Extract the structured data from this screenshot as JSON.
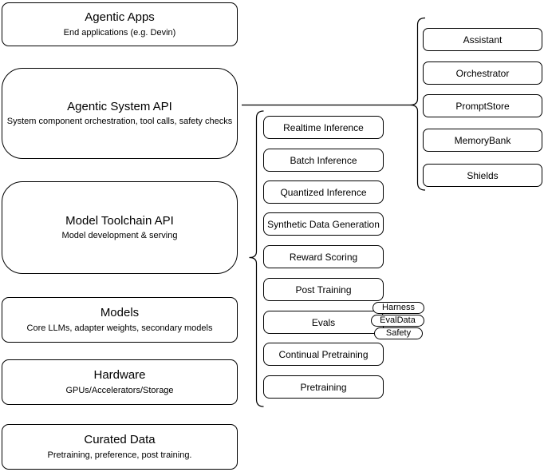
{
  "diagram": {
    "left_stack": [
      {
        "title": "Agentic Apps",
        "subtitle": "End applications (e.g. Devin)"
      },
      {
        "title": "Agentic System API",
        "subtitle": "System component orchestration, tool calls, safety checks"
      },
      {
        "title": "Model Toolchain API",
        "subtitle": "Model development & serving"
      },
      {
        "title": "Models",
        "subtitle": "Core LLMs, adapter weights, secondary models"
      },
      {
        "title": "Hardware",
        "subtitle": "GPUs/Accelerators/Storage"
      },
      {
        "title": "Curated Data",
        "subtitle": "Pretraining, preference, post training."
      }
    ],
    "toolchain_items": [
      "Realtime Inference",
      "Batch Inference",
      "Quantized Inference",
      "Synthetic Data Generation",
      "Reward Scoring",
      "Post Training",
      "Evals",
      "Continual Pretraining",
      "Pretraining"
    ],
    "eval_tags": [
      "Harness",
      "EvalData",
      "Safety"
    ],
    "system_components": [
      "Assistant",
      "Orchestrator",
      "PromptStore",
      "MemoryBank",
      "Shields"
    ],
    "colors": {
      "stroke": "#000000",
      "fill": "#ffffff"
    }
  }
}
